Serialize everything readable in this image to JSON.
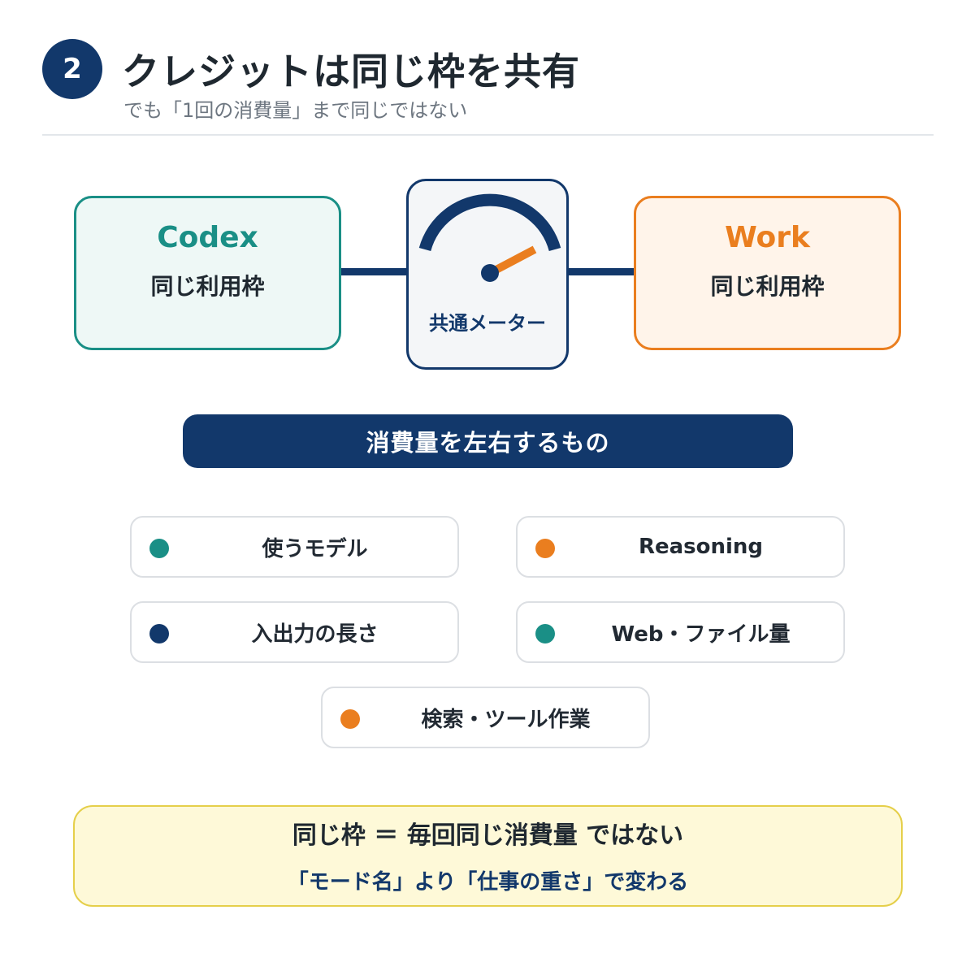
{
  "header": {
    "step_number": "2",
    "title": "クレジットは同じ枠を共有",
    "subtitle": "でも「1回の消費量」まで同じではない"
  },
  "diagram": {
    "left": {
      "name": "Codex",
      "sub": "同じ利用枠"
    },
    "center": {
      "label": "共通メーター",
      "icon": "gauge-icon"
    },
    "right": {
      "name": "Work",
      "sub": "同じ利用枠"
    }
  },
  "factors": {
    "title": "消費量を左右するもの",
    "items": [
      {
        "label": "使うモデル",
        "dot_color": "#1a8f86"
      },
      {
        "label": "Reasoning",
        "dot_color": "#ea7e1f"
      },
      {
        "label": "入出力の長さ",
        "dot_color": "#12386b"
      },
      {
        "label": "Web・ファイル量",
        "dot_color": "#1a8f86"
      },
      {
        "label": "検索・ツール作業",
        "dot_color": "#ea7e1f"
      }
    ]
  },
  "summary": {
    "main": "同じ枠 ＝ 毎回同じ消費量 ではない",
    "sub": "「モード名」より「仕事の重さ」で変わる"
  },
  "colors": {
    "navy": "#12386b",
    "teal": "#1a8f86",
    "orange": "#ea7e1f",
    "yellow_bg": "#fef9d8"
  }
}
